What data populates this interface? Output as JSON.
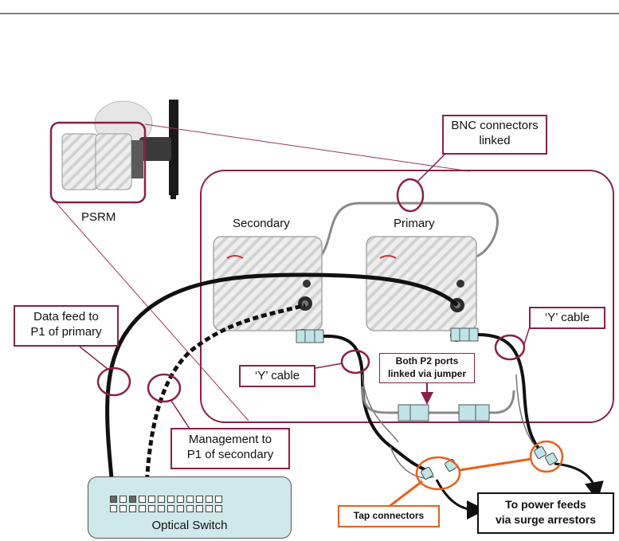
{
  "labels": {
    "psrm": "PSRM",
    "secondary": "Secondary",
    "primary": "Primary",
    "bnc": [
      "BNC connectors",
      "linked"
    ],
    "data_feed": [
      "Data feed to",
      "P1 of primary"
    ],
    "y_cable_left": "‘Y’ cable",
    "y_cable_right": "‘Y’ cable",
    "both_p2": [
      "Both P2 ports",
      "linked via jumper"
    ],
    "management": [
      "Management to",
      "P1 of secondary"
    ],
    "optical_switch": "Optical Switch",
    "tap_connectors": "Tap connectors",
    "power_feeds": [
      "To power feeds",
      "via surge arrestors"
    ]
  },
  "colors": {
    "callout_border": "#8b2048",
    "orange": "#e8601c",
    "switch_fill": "#cfe8ea",
    "connector_fill": "#bfe3e6"
  }
}
